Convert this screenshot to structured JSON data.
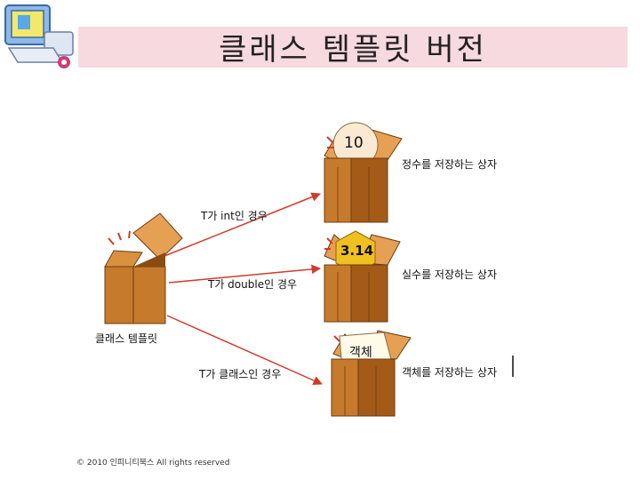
{
  "slide": {
    "title": "클래스 템플릿 버전",
    "footer": "© 2010 인피니티북스 All rights reserved"
  },
  "diagram": {
    "template_label": "클래스 템플릿",
    "arrow_int_label": "T가 int인 경우",
    "arrow_double_label": "T가 double인 경우",
    "arrow_class_label": "T가 클래스인 경우",
    "int_value": "10",
    "double_value": "3.14",
    "object_value": "객체",
    "box_int_label": "정수를 저장하는 상자",
    "box_double_label": "실수를 저장하는 상자",
    "box_object_label": "객체를 저장하는 상자"
  },
  "colors": {
    "title_bg": "#f7d9e0",
    "box_front": "#c67a2c",
    "box_side": "#a35b17",
    "box_lid": "#e6a054",
    "arrow": "#d23a2c",
    "hex_fill": "#f0c020"
  }
}
